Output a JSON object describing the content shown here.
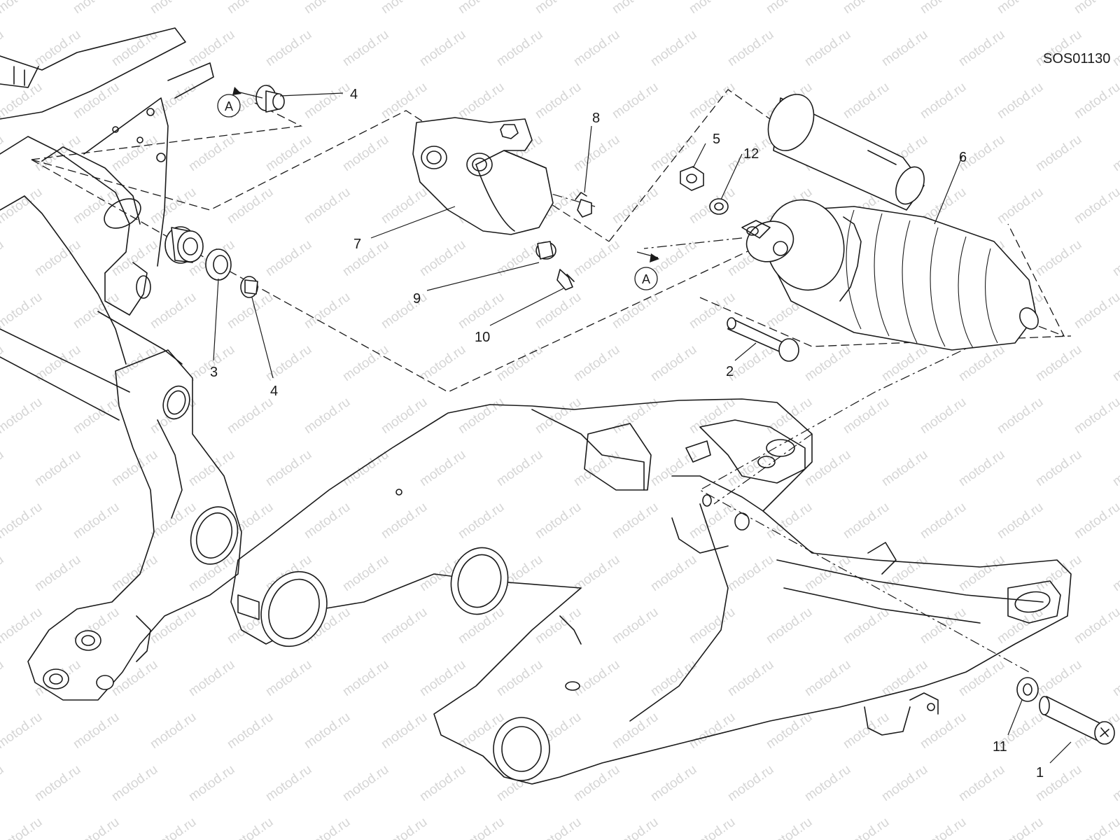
{
  "drawing": {
    "code": "SOS01130",
    "watermark": "motod.ru",
    "view_marker": "A"
  },
  "callouts": [
    {
      "id": "c1",
      "label": "1"
    },
    {
      "id": "c2",
      "label": "2"
    },
    {
      "id": "c3",
      "label": "3"
    },
    {
      "id": "c4a",
      "label": "4"
    },
    {
      "id": "c4b",
      "label": "4"
    },
    {
      "id": "c5",
      "label": "5"
    },
    {
      "id": "c6",
      "label": "6"
    },
    {
      "id": "c7",
      "label": "7"
    },
    {
      "id": "c8",
      "label": "8"
    },
    {
      "id": "c9",
      "label": "9"
    },
    {
      "id": "c10",
      "label": "10"
    },
    {
      "id": "c11",
      "label": "11"
    },
    {
      "id": "c12",
      "label": "12"
    }
  ]
}
